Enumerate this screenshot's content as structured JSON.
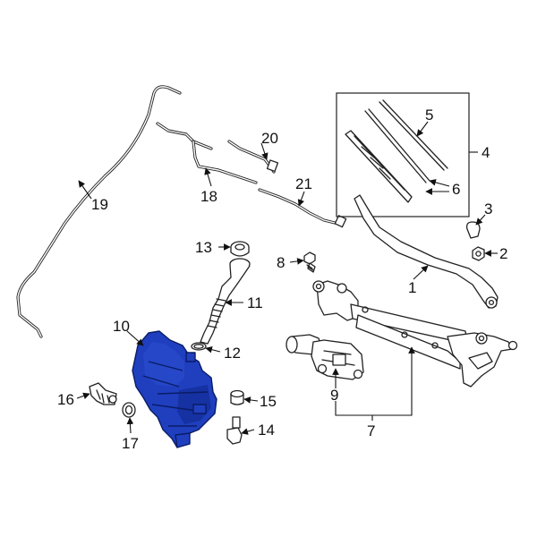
{
  "diagram": {
    "callouts": [
      "1",
      "2",
      "3",
      "4",
      "5",
      "6",
      "7",
      "8",
      "9",
      "10",
      "11",
      "12",
      "13",
      "14",
      "15",
      "16",
      "17",
      "18",
      "19",
      "20",
      "21"
    ],
    "colors": {
      "highlight_part": "#1f3fbf",
      "highlight_dark": "#0a1c66",
      "line": "#222222",
      "background": "#ffffff"
    }
  }
}
